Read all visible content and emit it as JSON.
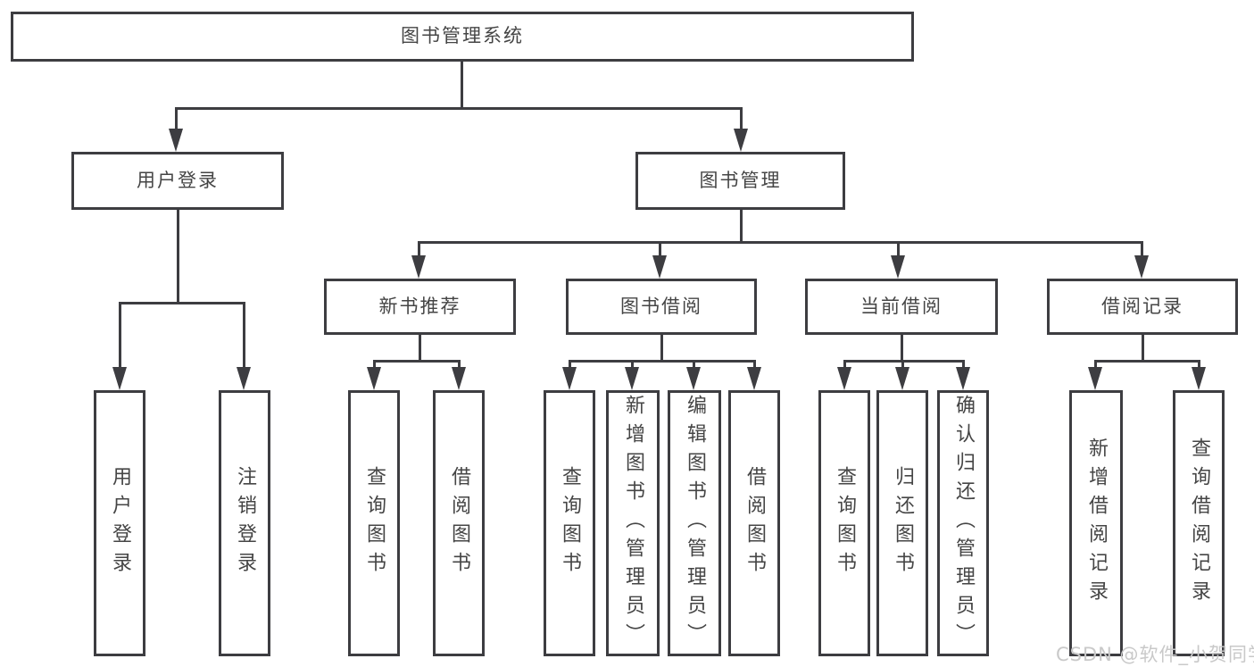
{
  "title": "图书管理系统",
  "user_branch": {
    "label": "用户登录",
    "children": [
      {
        "label": "用户登录"
      },
      {
        "label": "注销登录"
      }
    ]
  },
  "book_branch": {
    "label": "图书管理",
    "sections": [
      {
        "label": "新书推荐",
        "children": [
          {
            "label": "查询图书"
          },
          {
            "label": "借阅图书"
          }
        ]
      },
      {
        "label": "图书借阅",
        "children": [
          {
            "label": "查询图书"
          },
          {
            "label": "新增图书（管理员）"
          },
          {
            "label": "编辑图书（管理员）"
          },
          {
            "label": "借阅图书"
          }
        ]
      },
      {
        "label": "当前借阅",
        "children": [
          {
            "label": "查询图书"
          },
          {
            "label": "归还图书"
          },
          {
            "label": "确认归还（管理员）"
          }
        ]
      },
      {
        "label": "借阅记录",
        "children": [
          {
            "label": "新增借阅记录"
          },
          {
            "label": "查询借阅记录"
          }
        ]
      }
    ]
  },
  "watermark": "CSDN @软件_小贺同学",
  "colors": {
    "line": "#3d3d41",
    "text": "#454545",
    "watermark": "#c9c9c9",
    "background": "#ffffff"
  }
}
